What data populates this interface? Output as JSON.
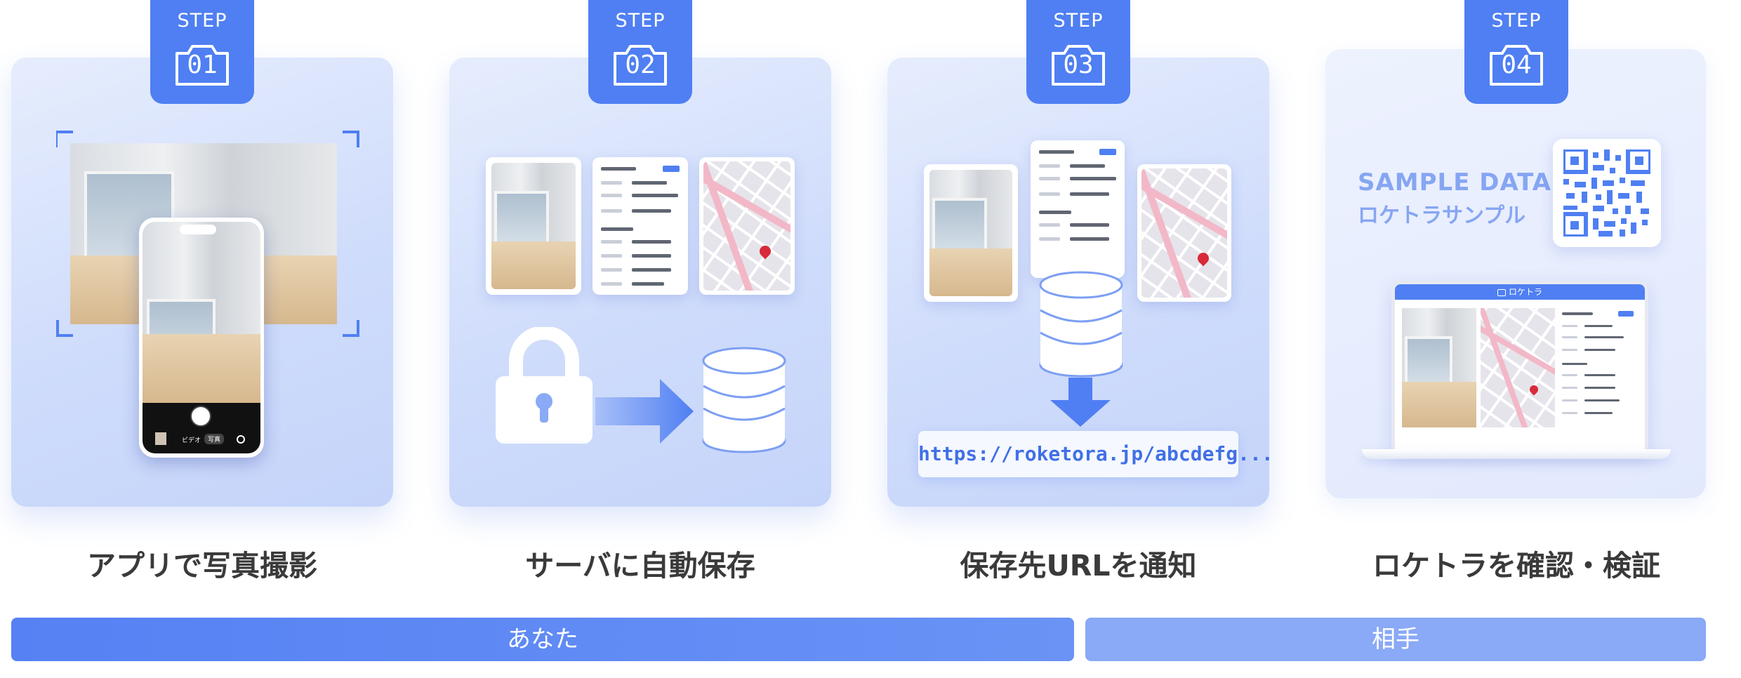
{
  "steps": [
    {
      "label": "STEP",
      "number": "01",
      "caption": "アプリで写真撮影"
    },
    {
      "label": "STEP",
      "number": "02",
      "caption": "サーバに自動保存"
    },
    {
      "label": "STEP",
      "number": "03",
      "caption": "保存先URLを通知"
    },
    {
      "label": "STEP",
      "number": "04",
      "caption": "ロケトラを確認・検証"
    }
  ],
  "phone": {
    "mode_video": "ビデオ",
    "mode_photo": "写真"
  },
  "url": "https://roketora.jp/abcdefg...",
  "sample": {
    "en": "SAMPLE DATA",
    "jp": "ロケトラサンプル"
  },
  "laptop": {
    "app_name": "ロケトラ"
  },
  "bars": {
    "you": "あなた",
    "partner": "相手"
  },
  "colors": {
    "accent": "#4f7ff2",
    "bar_you": "#5b86f4",
    "bar_partner": "#8aa9f6"
  }
}
